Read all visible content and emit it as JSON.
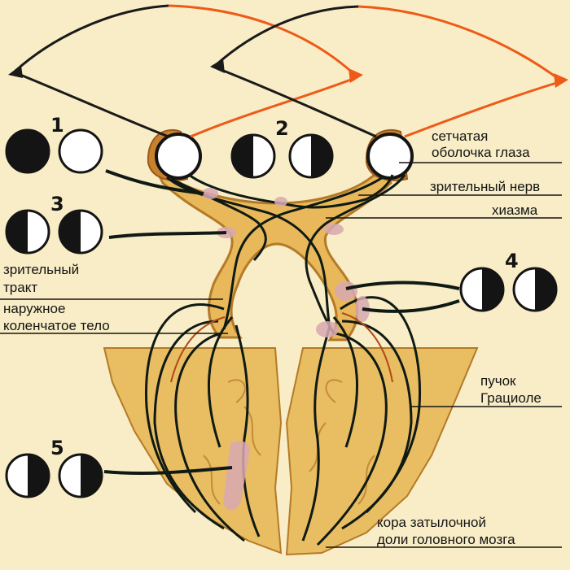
{
  "labels": {
    "retina_1": "сетчатая",
    "retina_2": "оболочка глаза",
    "optic_nerve": "зрительный нерв",
    "chiasm": "хиазма",
    "tract_1": "зрительный",
    "tract_2": "тракт",
    "lgn_1": "наружное",
    "lgn_2": "коленчатое тело",
    "gratiolet_1": "пучок",
    "gratiolet_2": "Грациоле",
    "cortex_1": "кора затылочной",
    "cortex_2": "доли головного мозга"
  },
  "lesions": [
    {
      "number": "1"
    },
    {
      "number": "2"
    },
    {
      "number": "3"
    },
    {
      "number": "4"
    },
    {
      "number": "5"
    }
  ],
  "colors": {
    "background": "#f8edc6",
    "tissue": "#e8b85a",
    "tissue_edge": "#b47a28",
    "lesion_pink": "#d8a9b3",
    "fiber": "#0f1a14",
    "arrow_orange": "#ee5a18",
    "arrow_dark": "#1a1a1a"
  }
}
